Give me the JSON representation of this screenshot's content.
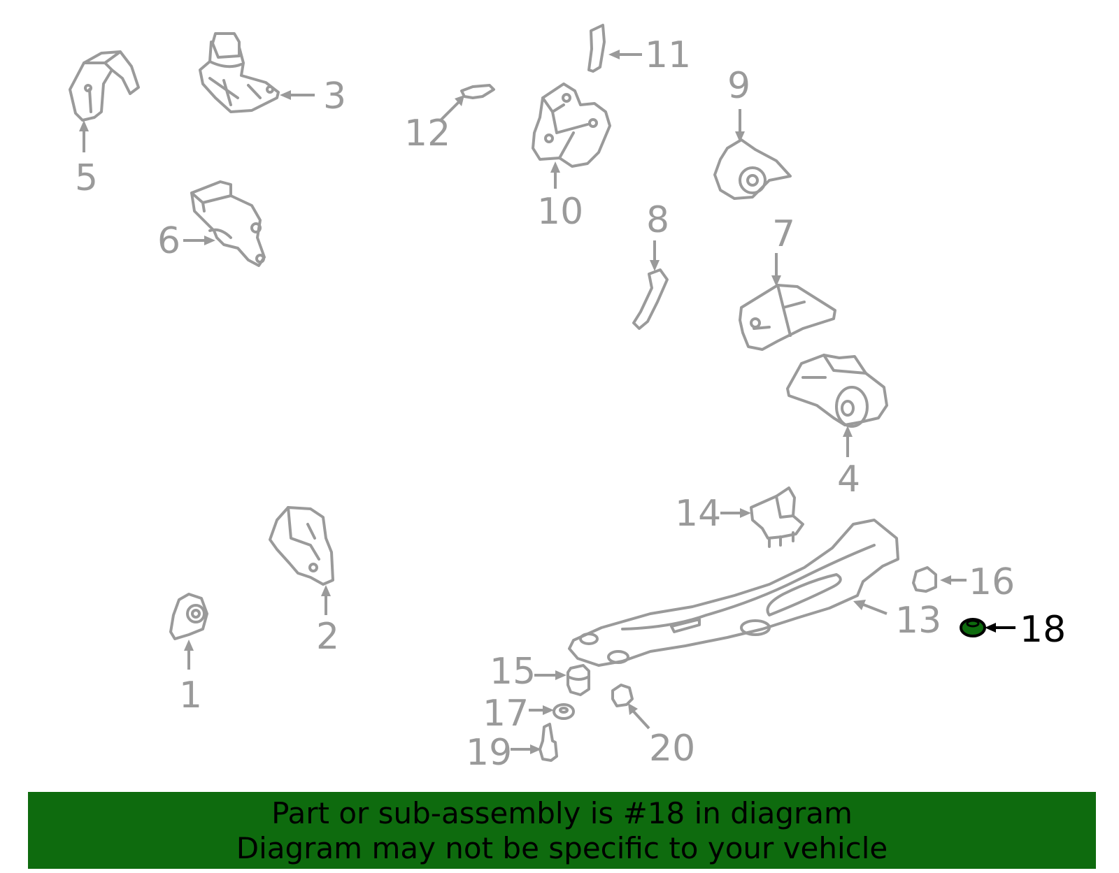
{
  "diagram": {
    "highlighted_part": "18",
    "highlight_color": "#0e6b0e",
    "callouts": [
      "1",
      "2",
      "3",
      "4",
      "5",
      "6",
      "7",
      "8",
      "9",
      "10",
      "11",
      "12",
      "13",
      "14",
      "15",
      "16",
      "17",
      "18",
      "19",
      "20"
    ]
  },
  "banner": {
    "line1": "Part or sub-assembly is #18 in diagram",
    "line2": "Diagram may not be specific to your vehicle",
    "background": "#0e6b0e"
  }
}
